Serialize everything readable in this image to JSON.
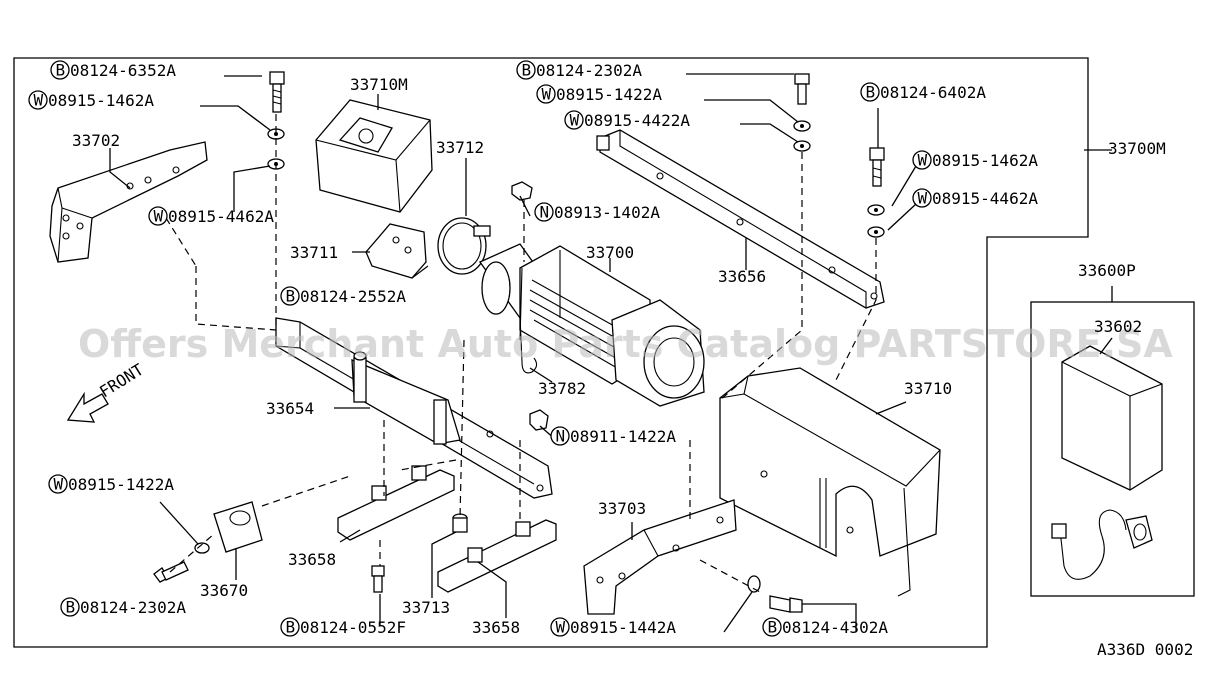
{
  "watermark": "Offers Merchant Auto Parts Catalog PARTSTORE.SA",
  "figure_code": "A336D 0002",
  "front_label": "FRONT",
  "callouts": [
    {
      "prefix": "B",
      "number": "08124-6352A"
    },
    {
      "prefix": "W",
      "number": "08915-1462A"
    },
    {
      "prefix": "",
      "number": "33702"
    },
    {
      "prefix": "W",
      "number": "08915-4462A"
    },
    {
      "prefix": "",
      "number": "33710M"
    },
    {
      "prefix": "",
      "number": "33712"
    },
    {
      "prefix": "",
      "number": "33711"
    },
    {
      "prefix": "B",
      "number": "08124-2552A"
    },
    {
      "prefix": "B",
      "number": "08124-2302A"
    },
    {
      "prefix": "W",
      "number": "08915-1422A"
    },
    {
      "prefix": "W",
      "number": "08915-4422A"
    },
    {
      "prefix": "N",
      "number": "08913-1402A"
    },
    {
      "prefix": "",
      "number": "33700"
    },
    {
      "prefix": "",
      "number": "33656"
    },
    {
      "prefix": "B",
      "number": "08124-6402A"
    },
    {
      "prefix": "W",
      "number": "08915-1462A"
    },
    {
      "prefix": "W",
      "number": "08915-4462A"
    },
    {
      "prefix": "",
      "number": "33700M"
    },
    {
      "prefix": "",
      "number": "33782"
    },
    {
      "prefix": "",
      "number": "33654"
    },
    {
      "prefix": "N",
      "number": "08911-1422A"
    },
    {
      "prefix": "",
      "number": "33710"
    },
    {
      "prefix": "W",
      "number": "08915-1422A"
    },
    {
      "prefix": "",
      "number": "33670"
    },
    {
      "prefix": "B",
      "number": "08124-2302A"
    },
    {
      "prefix": "",
      "number": "33658"
    },
    {
      "prefix": "",
      "number": "33713"
    },
    {
      "prefix": "",
      "number": "33658"
    },
    {
      "prefix": "B",
      "number": "08124-0552F"
    },
    {
      "prefix": "",
      "number": "33703"
    },
    {
      "prefix": "W",
      "number": "08915-1442A"
    },
    {
      "prefix": "B",
      "number": "08124-4302A"
    },
    {
      "prefix": "",
      "number": "33600P"
    },
    {
      "prefix": "",
      "number": "33602"
    }
  ]
}
